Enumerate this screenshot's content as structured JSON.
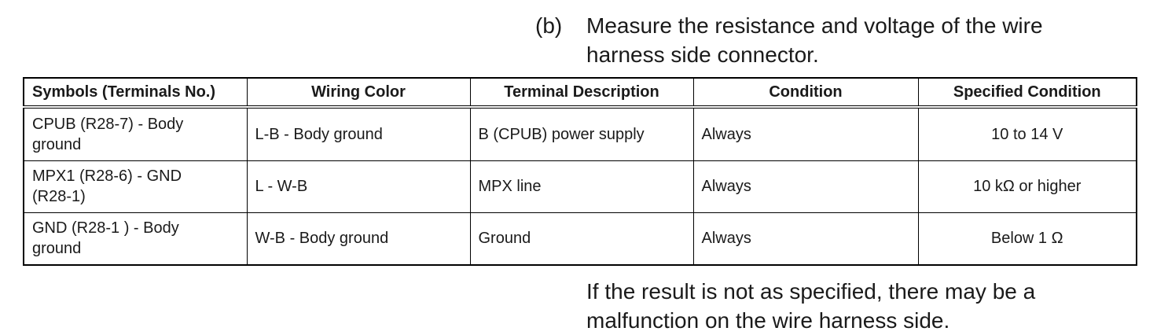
{
  "instruction": {
    "step_label": "(b)",
    "line1": "Measure the resistance and voltage of the wire",
    "line2": "harness side connector."
  },
  "table": {
    "headers": [
      "Symbols (Terminals No.)",
      "Wiring Color",
      "Terminal Description",
      "Condition",
      "Specified Condition"
    ],
    "rows": [
      {
        "symbol_line1": "CPUB (R28-7) - Body",
        "symbol_line2": "ground",
        "wiring_color": "L-B - Body ground",
        "description": "B (CPUB) power supply",
        "condition": "Always",
        "specified": "10 to 14 V"
      },
      {
        "symbol_line1": "MPX1 (R28-6) -  GND",
        "symbol_line2": "(R28-1)",
        "wiring_color": "L - W-B",
        "description": "MPX line",
        "condition": "Always",
        "specified": "10 kΩ or higher"
      },
      {
        "symbol_line1": "GND (R28-1 ) - Body",
        "symbol_line2": "ground",
        "wiring_color": "W-B - Body ground",
        "description": "Ground",
        "condition": "Always",
        "specified": "Below 1 Ω"
      }
    ]
  },
  "note": {
    "line1": "If the result is not as specified, there may be a",
    "line2": "malfunction on the wire harness side."
  }
}
